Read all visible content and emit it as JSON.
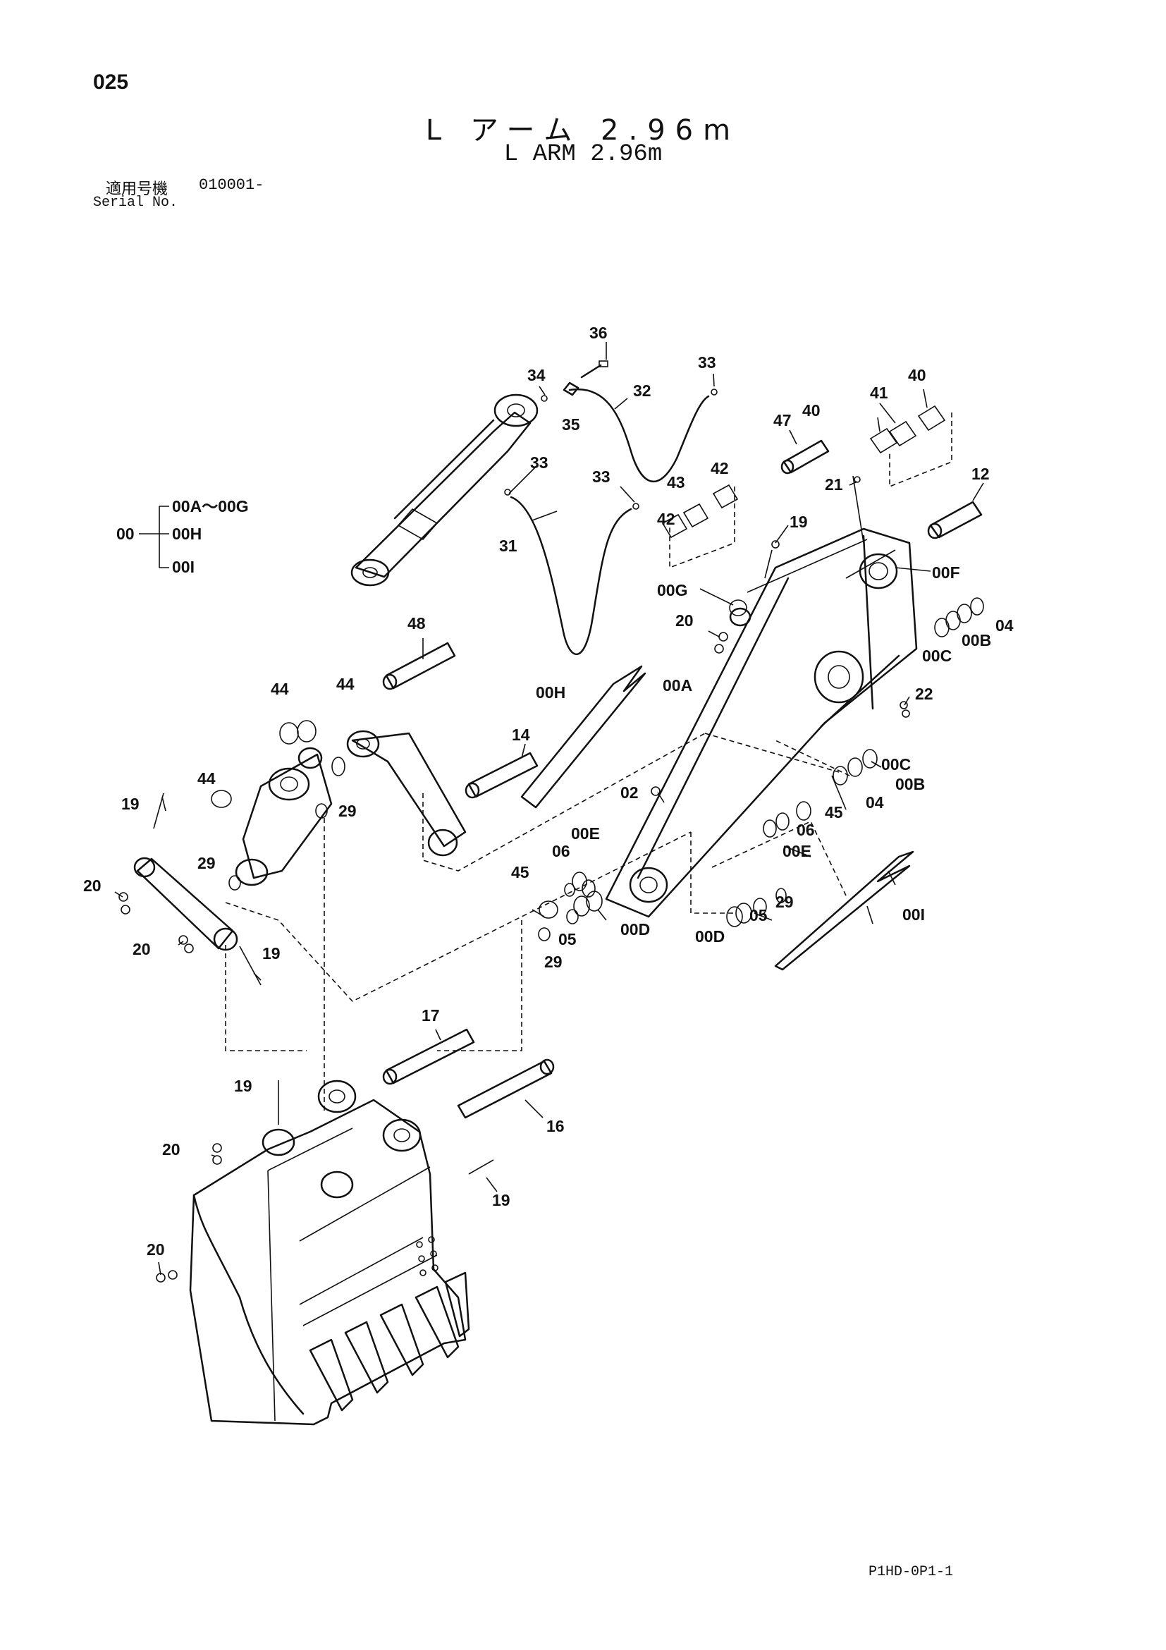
{
  "page_number": "025",
  "title_ja": "L アーム 2.96m",
  "title_en": "L ARM 2.96m",
  "serial_label_ja": "適用号機",
  "serial_value": "010001-",
  "serial_label_en": "Serial No.",
  "footer_code": "P1HD-0P1-1",
  "group_legend": {
    "root": "00",
    "items": [
      "00A～00G",
      "00H",
      "00I"
    ]
  },
  "callouts": [
    "36",
    "34",
    "35",
    "33",
    "32",
    "33",
    "31",
    "33",
    "47",
    "40",
    "41",
    "40",
    "42",
    "43",
    "42",
    "21",
    "12",
    "19",
    "00G",
    "00F",
    "20",
    "04",
    "00B",
    "00C",
    "48",
    "00H",
    "00A",
    "22",
    "44",
    "44",
    "14",
    "00C",
    "00B",
    "04",
    "44",
    "02",
    "19",
    "29",
    "00E",
    "06",
    "45",
    "06",
    "00E",
    "29",
    "45",
    "29",
    "05",
    "00D",
    "20",
    "00D",
    "05",
    "00I",
    "20",
    "19",
    "29",
    "17",
    "19",
    "16",
    "20",
    "19",
    "20"
  ]
}
